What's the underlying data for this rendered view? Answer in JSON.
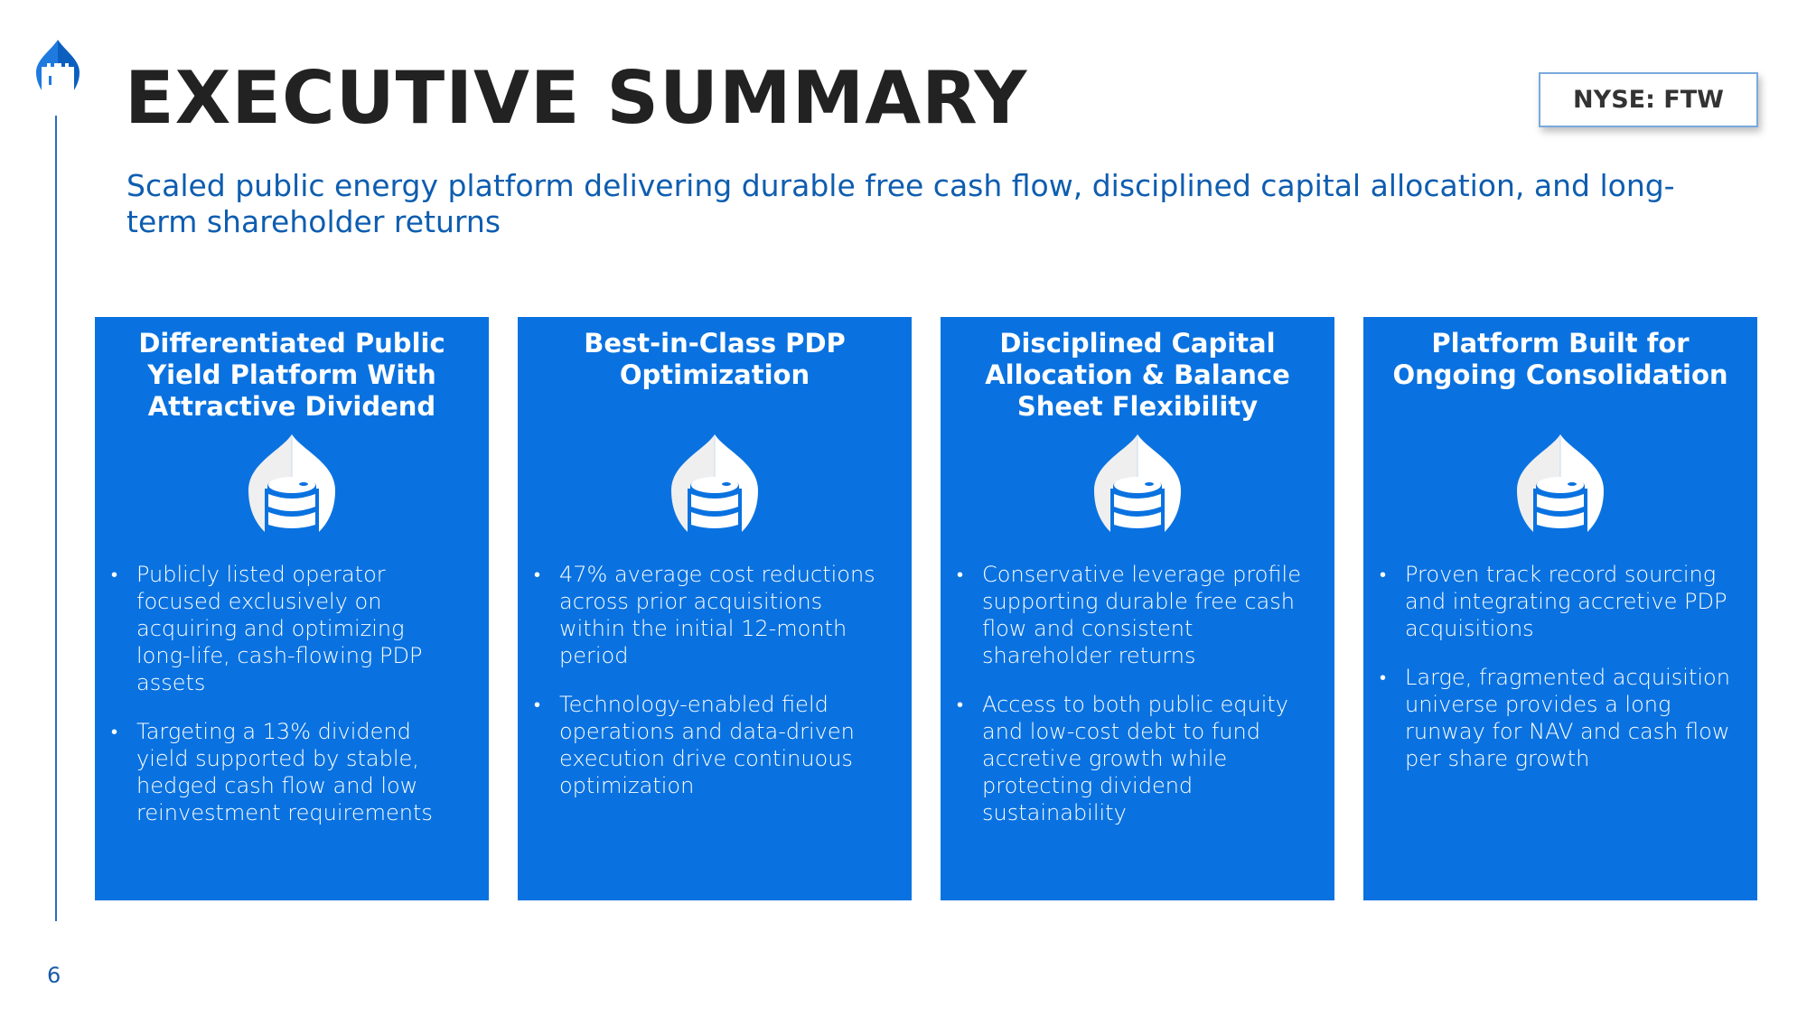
{
  "header": {
    "title": "EXECUTIVE SUMMARY",
    "subtitle": "Scaled public energy platform delivering durable free cash flow, disciplined capital allocation, and long-term shareholder returns",
    "ticker": "NYSE: FTW"
  },
  "page_number": "6",
  "colors": {
    "accent": "#0a72e0",
    "title": "#222222",
    "subtitle": "#0e5db0"
  },
  "cards": [
    {
      "title": "Differentiated Public Yield Platform With Attractive Dividend",
      "icon": "oil-barrel-drop-icon",
      "bullets": [
        "Publicly listed operator focused exclusively on acquiring and optimizing long-life, cash-flowing PDP assets",
        "Targeting a 13% dividend yield supported by stable, hedged cash flow and  low reinvestment requirements"
      ]
    },
    {
      "title": "Best-in-Class PDP Optimization",
      "icon": "oil-barrel-drop-icon",
      "bullets": [
        "47% average cost reductions across prior acquisitions within the initial 12-month period",
        "Technology-enabled field operations and data-driven execution drive continuous optimization"
      ]
    },
    {
      "title": "Disciplined Capital Allocation & Balance Sheet Flexibility",
      "icon": "oil-barrel-drop-icon",
      "bullets": [
        "Conservative leverage profile supporting durable free cash flow and consistent shareholder returns",
        "Access to both public equity and low-cost debt to fund accretive growth while protecting dividend sustainability"
      ]
    },
    {
      "title": "Platform Built for Ongoing Consolidation",
      "icon": "oil-barrel-drop-icon",
      "bullets": [
        "Proven track record sourcing and integrating accretive PDP acquisitions",
        "Large, fragmented acquisition universe provides a long runway for NAV and cash flow per share growth"
      ]
    }
  ]
}
